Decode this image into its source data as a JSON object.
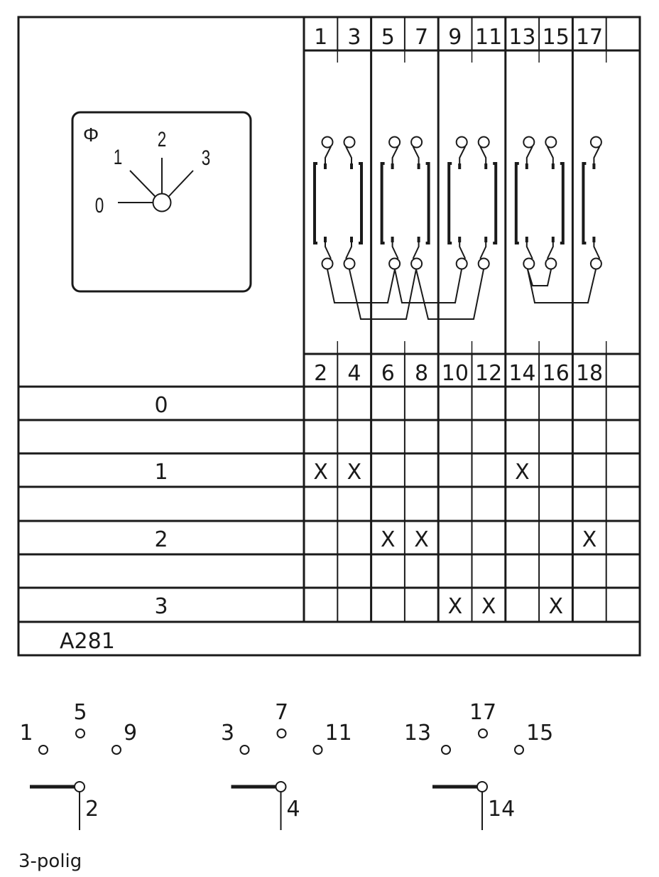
{
  "header_terminals": [
    "1",
    "3",
    "5",
    "7",
    "9",
    "11",
    "13",
    "15",
    "17",
    ""
  ],
  "footer_terminals": [
    "2",
    "4",
    "6",
    "8",
    "10",
    "12",
    "14",
    "16",
    "18",
    ""
  ],
  "dial": {
    "symbol": "Φ",
    "positions": [
      "0",
      "1",
      "2",
      "3"
    ]
  },
  "table": {
    "mark": "X",
    "rows": [
      {
        "label": "0",
        "marks": []
      },
      {
        "label": "",
        "marks": []
      },
      {
        "label": "1",
        "marks": [
          0,
          1,
          6
        ]
      },
      {
        "label": "",
        "marks": []
      },
      {
        "label": "2",
        "marks": [
          2,
          3,
          8
        ]
      },
      {
        "label": "",
        "marks": []
      },
      {
        "label": "3",
        "marks": [
          4,
          5,
          7
        ]
      }
    ],
    "code": "A281"
  },
  "legend": {
    "groups": [
      {
        "left": "1",
        "top": "5",
        "right": "9",
        "common": "2"
      },
      {
        "left": "3",
        "top": "7",
        "right": "11",
        "common": "4"
      },
      {
        "left": "13",
        "top": "17",
        "right": "15",
        "common": "14"
      }
    ],
    "caption": "3-polig"
  }
}
